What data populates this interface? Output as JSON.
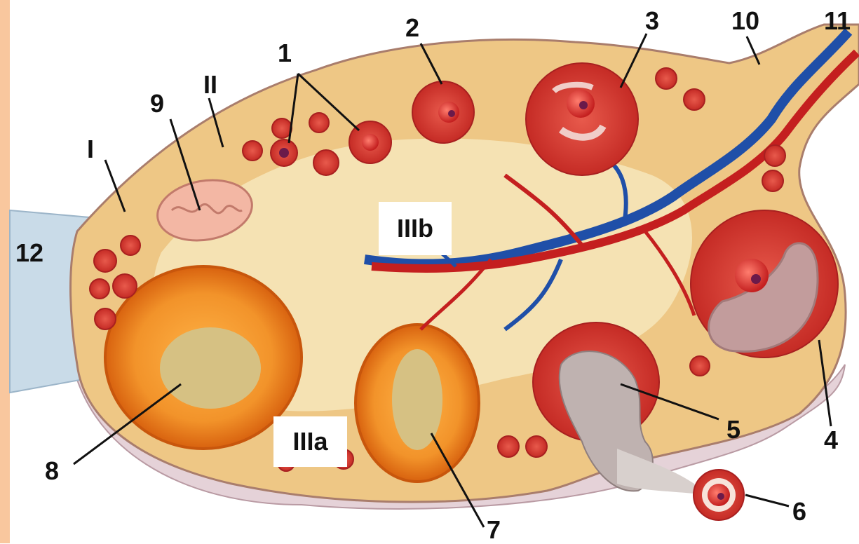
{
  "figure": {
    "edge_color": "#f9c79e",
    "colors": {
      "tunica": "#e9d8dd",
      "cortex": "#f0cf8a",
      "medulla": "#f6e6bb",
      "follicle": "#d63a33",
      "vein": "#1f4fa8",
      "artery": "#c41f1f",
      "corpus_luteum": "#f2932a",
      "mesovarium": "#c9dbe8"
    },
    "labels": {
      "n1": "1",
      "n2": "2",
      "n3": "3",
      "n4": "4",
      "n5": "5",
      "n6": "6",
      "n7": "7",
      "n8": "8",
      "n9": "9",
      "n10": "10",
      "n11": "11",
      "n12": "12",
      "r1": "I",
      "r2": "II",
      "zone_a": "IIIa",
      "zone_b": "IIIb"
    }
  }
}
